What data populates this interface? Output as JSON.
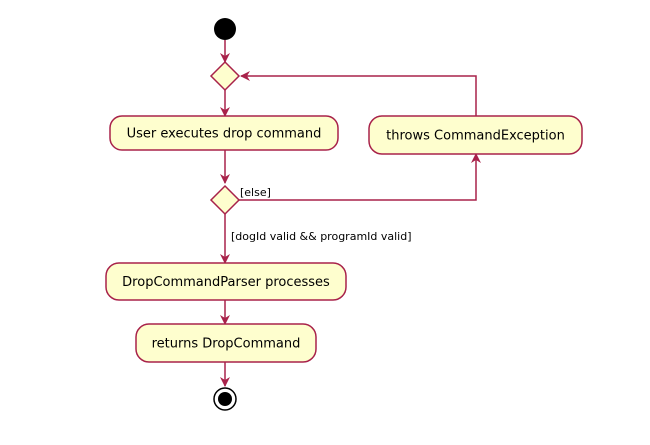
{
  "diagram": {
    "colors": {
      "stroke": "#a8224a",
      "fill": "#fefece",
      "start": "#000000",
      "text": "#000000"
    },
    "activities": {
      "user_executes": "User executes drop command",
      "throws_exception": "throws CommandException",
      "parser_processes": "DropCommandParser processes",
      "returns_command": "returns DropCommand"
    },
    "guards": {
      "else": "[else]",
      "valid": "[dogId valid && programId valid]"
    }
  }
}
